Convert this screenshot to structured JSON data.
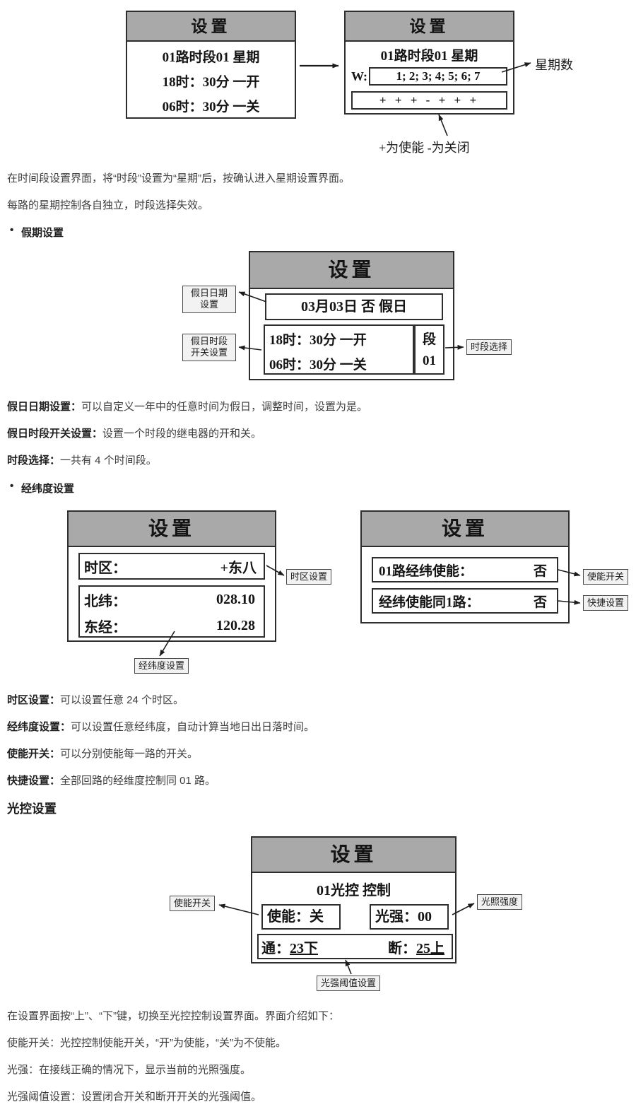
{
  "fig_week": {
    "left": {
      "title": "设置",
      "row1": "01路时段01  星期",
      "row2": "18时：30分 一开",
      "row3": "06时：30分 一关"
    },
    "right": {
      "title": "设置",
      "row1": "01路时段01  星期",
      "w_prefix": "W:",
      "week_values": "1; 2; 3; 4; 5; 6; 7",
      "toggles": "+ + +  -  + + +"
    },
    "label_week_count": "星期数",
    "legend": "+为使能  -为关闭"
  },
  "intro": {
    "p1": "在时间段设置界面，将“时段”设置为“星期”后，按确认进入星期设置界面。",
    "p2": "每路的星期控制各自独立，时段选择失效。"
  },
  "holiday": {
    "bullet": "假期设置",
    "screen": {
      "title": "设置",
      "date_row": "03月03日 否  假日",
      "on_row": "18时：30分 一开",
      "off_row": "06时：30分 一关",
      "seg_label": "段",
      "seg_value": "01"
    },
    "labels": {
      "date": "假日日期\n设置",
      "onoff": "假日时段\n开关设置",
      "segment": "时段选择"
    },
    "terms": [
      {
        "term": "假日日期设置：",
        "desc": "可以自定义一年中的任意时间为假日，调整时间，设置为是。"
      },
      {
        "term": "假日时段开关设置：",
        "desc": "设置一个时段的继电器的开和关。"
      },
      {
        "term": "时段选择：",
        "desc": "一共有 4 个时间段。"
      }
    ]
  },
  "latlong": {
    "bullet": "经纬度设置",
    "left_screen": {
      "title": "设置",
      "tz_label": "时区：",
      "tz_value": "+东八",
      "lat_label": "北纬：",
      "lat_value": "028.10",
      "lon_label": "东经：",
      "lon_value": "120.28"
    },
    "right_screen": {
      "title": "设置",
      "row1_label": "01路经纬使能：",
      "row1_value": "否",
      "row2_label": "经纬使能同1路：",
      "row2_value": "否"
    },
    "labels": {
      "tz": "时区设置",
      "latlon": "经纬度设置",
      "enable": "使能开关",
      "quick": "快捷设置"
    },
    "terms": [
      {
        "term": "时区设置：",
        "desc": "可以设置任意 24 个时区。"
      },
      {
        "term": "经纬度设置：",
        "desc": "可以设置任意经纬度，自动计算当地日出日落时间。"
      },
      {
        "term": "使能开关：",
        "desc": "可以分别使能每一路的开关。"
      },
      {
        "term": "快捷设置：",
        "desc": "全部回路的经维度控制同 01 路。"
      }
    ]
  },
  "light": {
    "heading": "光控设置",
    "screen": {
      "title": "设置",
      "row1": "01光控 控制",
      "enable_label": "使能：",
      "enable_value": "关",
      "lux_label": "光强：",
      "lux_value": "00",
      "on_label": "通：",
      "on_value": "23下",
      "off_label": "断：",
      "off_value": "25上"
    },
    "labels": {
      "enable": "使能开关",
      "lux": "光照强度",
      "threshold": "光强阈值设置"
    },
    "paragraphs": [
      "在设置界面按“上”、“下”键，切换至光控控制设置界面。界面介绍如下：",
      "使能开关：光控控制使能开关，“开”为使能，“关”为不使能。",
      "光强：在接线正确的情况下，显示当前的光照强度。",
      "光强阈值设置：设置闭合开关和断开开关的光强阈值。"
    ]
  }
}
